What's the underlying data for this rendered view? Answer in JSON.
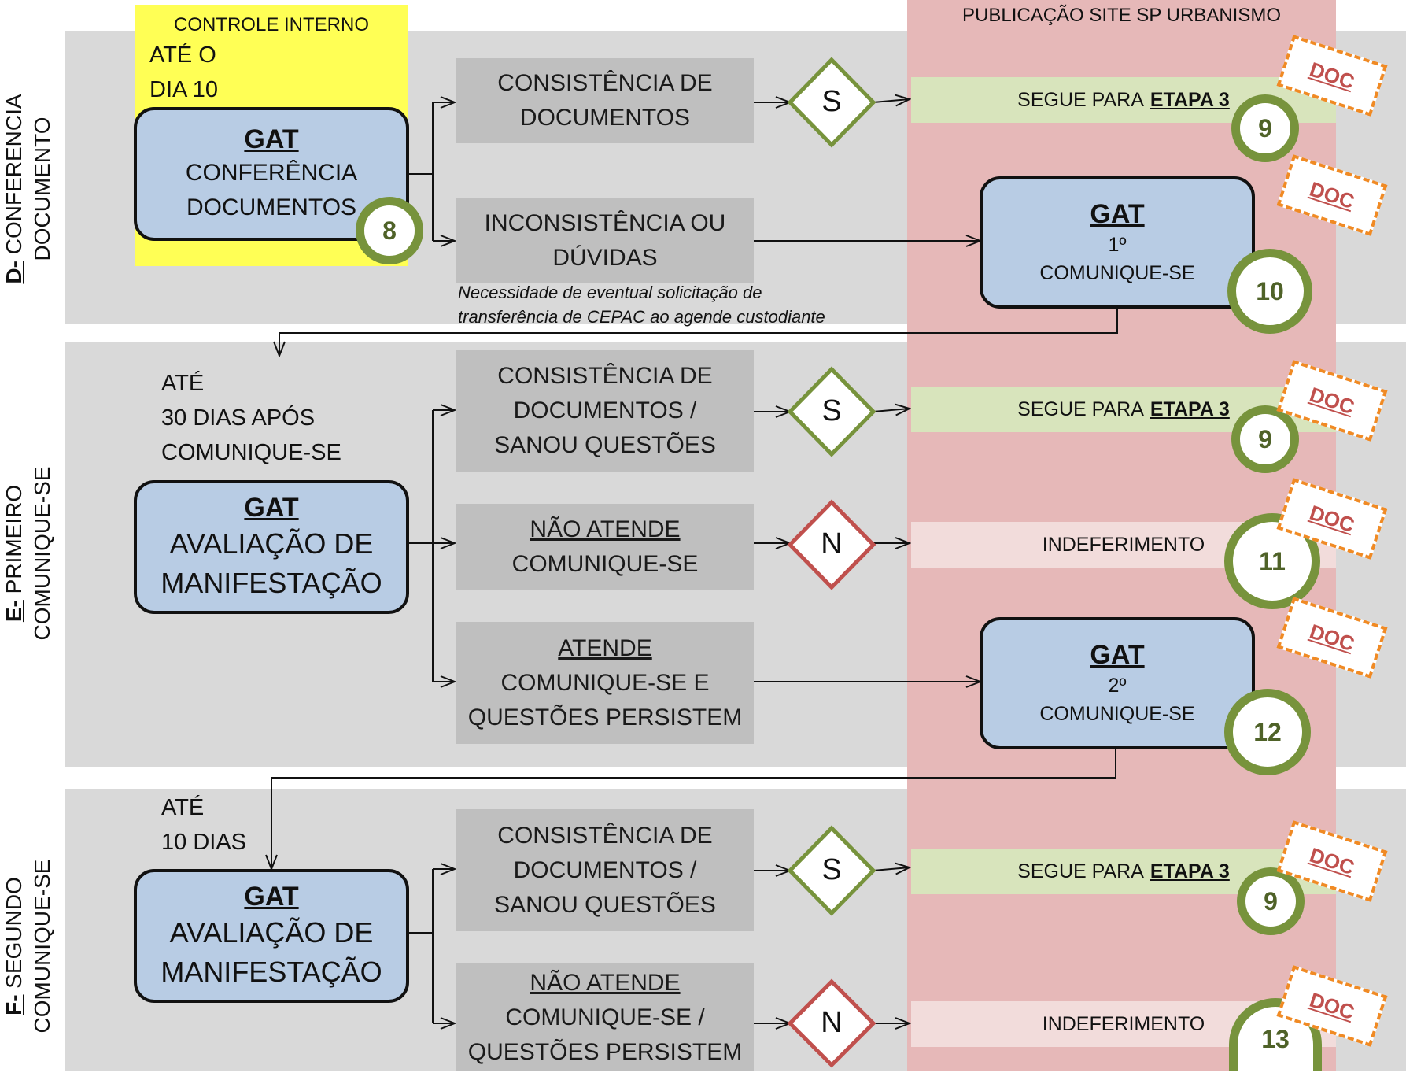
{
  "header": {
    "publication_title": "PUBLICAÇÃO SITE SP URBANISMO",
    "control_label": "CONTROLE INTERNO"
  },
  "lanes": {
    "d": {
      "prefix": "D-",
      "line1": " CONFERENCIA",
      "line2": "DOCUMENTO"
    },
    "e": {
      "prefix": "E-",
      "line1": " PRIMEIRO",
      "line2": "COMUNIQUE-SE"
    },
    "f": {
      "prefix": "F-",
      "line1": " SEGUNDO",
      "line2": "COMUNIQUE-SE"
    }
  },
  "section_d": {
    "deadline_line1": "ATÉ O",
    "deadline_line2": "DIA 10",
    "gat": {
      "title": "GAT",
      "line1": "CONFERÊNCIA",
      "line2": "DOCUMENTOS",
      "badge": "8"
    },
    "consistency": {
      "line1": "CONSISTÊNCIA DE",
      "line2": "DOCUMENTOS"
    },
    "inconsistency": {
      "line1": "INCONSISTÊNCIA OU",
      "line2": "DÚVIDAS"
    },
    "note_line1": "Necessidade de eventual solicitação de",
    "note_line2": "transferência de CEPAC ao agende custodiante",
    "decision": "S",
    "result": {
      "prefix": "SEGUE PARA",
      "bold": "ETAPA 3",
      "badge": "9",
      "doc": "DOC"
    },
    "gat2": {
      "title": "GAT",
      "line1": "1º",
      "line2": "COMUNIQUE-SE",
      "badge": "10",
      "doc": "DOC"
    }
  },
  "section_e": {
    "deadline_line1": "ATÉ",
    "deadline_line2": "30 DIAS APÓS",
    "deadline_line3": "COMUNIQUE-SE",
    "gat": {
      "title": "GAT",
      "line1": "AVALIAÇÃO DE",
      "line2": "MANIFESTAÇÃO"
    },
    "consistency": {
      "line1": "CONSISTÊNCIA DE",
      "line2": "DOCUMENTOS /",
      "line3": "SANOU QUESTÕES"
    },
    "not_meet": {
      "line1": "NÃO ATENDE",
      "line2": "COMUNIQUE-SE"
    },
    "meet": {
      "line1": "ATENDE",
      "line2": "COMUNIQUE-SE E",
      "line3": "QUESTÕES PERSISTEM"
    },
    "decision_yes": "S",
    "decision_no": "N",
    "result_yes": {
      "prefix": "SEGUE PARA",
      "bold": "ETAPA 3",
      "badge": "9",
      "doc": "DOC"
    },
    "result_no": {
      "text": "INDEFERIMENTO",
      "badge": "11",
      "doc": "DOC"
    },
    "gat2": {
      "title": "GAT",
      "line1": "2º",
      "line2": "COMUNIQUE-SE",
      "badge": "12",
      "doc": "DOC"
    }
  },
  "section_f": {
    "deadline_line1": "ATÉ",
    "deadline_line2": "10 DIAS",
    "gat": {
      "title": "GAT",
      "line1": "AVALIAÇÃO DE",
      "line2": "MANIFESTAÇÃO"
    },
    "consistency": {
      "line1": "CONSISTÊNCIA DE",
      "line2": "DOCUMENTOS /",
      "line3": "SANOU QUESTÕES"
    },
    "not_meet": {
      "line1": "NÃO ATENDE",
      "line2": "COMUNIQUE-SE /",
      "line3": "QUESTÕES PERSISTEM"
    },
    "decision_yes": "S",
    "decision_no": "N",
    "result_yes": {
      "prefix": "SEGUE PARA",
      "bold": "ETAPA 3",
      "badge": "9",
      "doc": "DOC"
    },
    "result_no": {
      "text": "INDEFERIMENTO",
      "badge": "13",
      "doc": "DOC"
    }
  },
  "colors": {
    "band": "#d9d9d9",
    "publication_column": "#e6b8b8",
    "control": "#ffff55",
    "gat_fill": "#b8cce4",
    "badge_ring": "#77933c",
    "yes_diamond": "#77933c",
    "no_diamond": "#c0504d",
    "doc_border": "#f08a24"
  }
}
